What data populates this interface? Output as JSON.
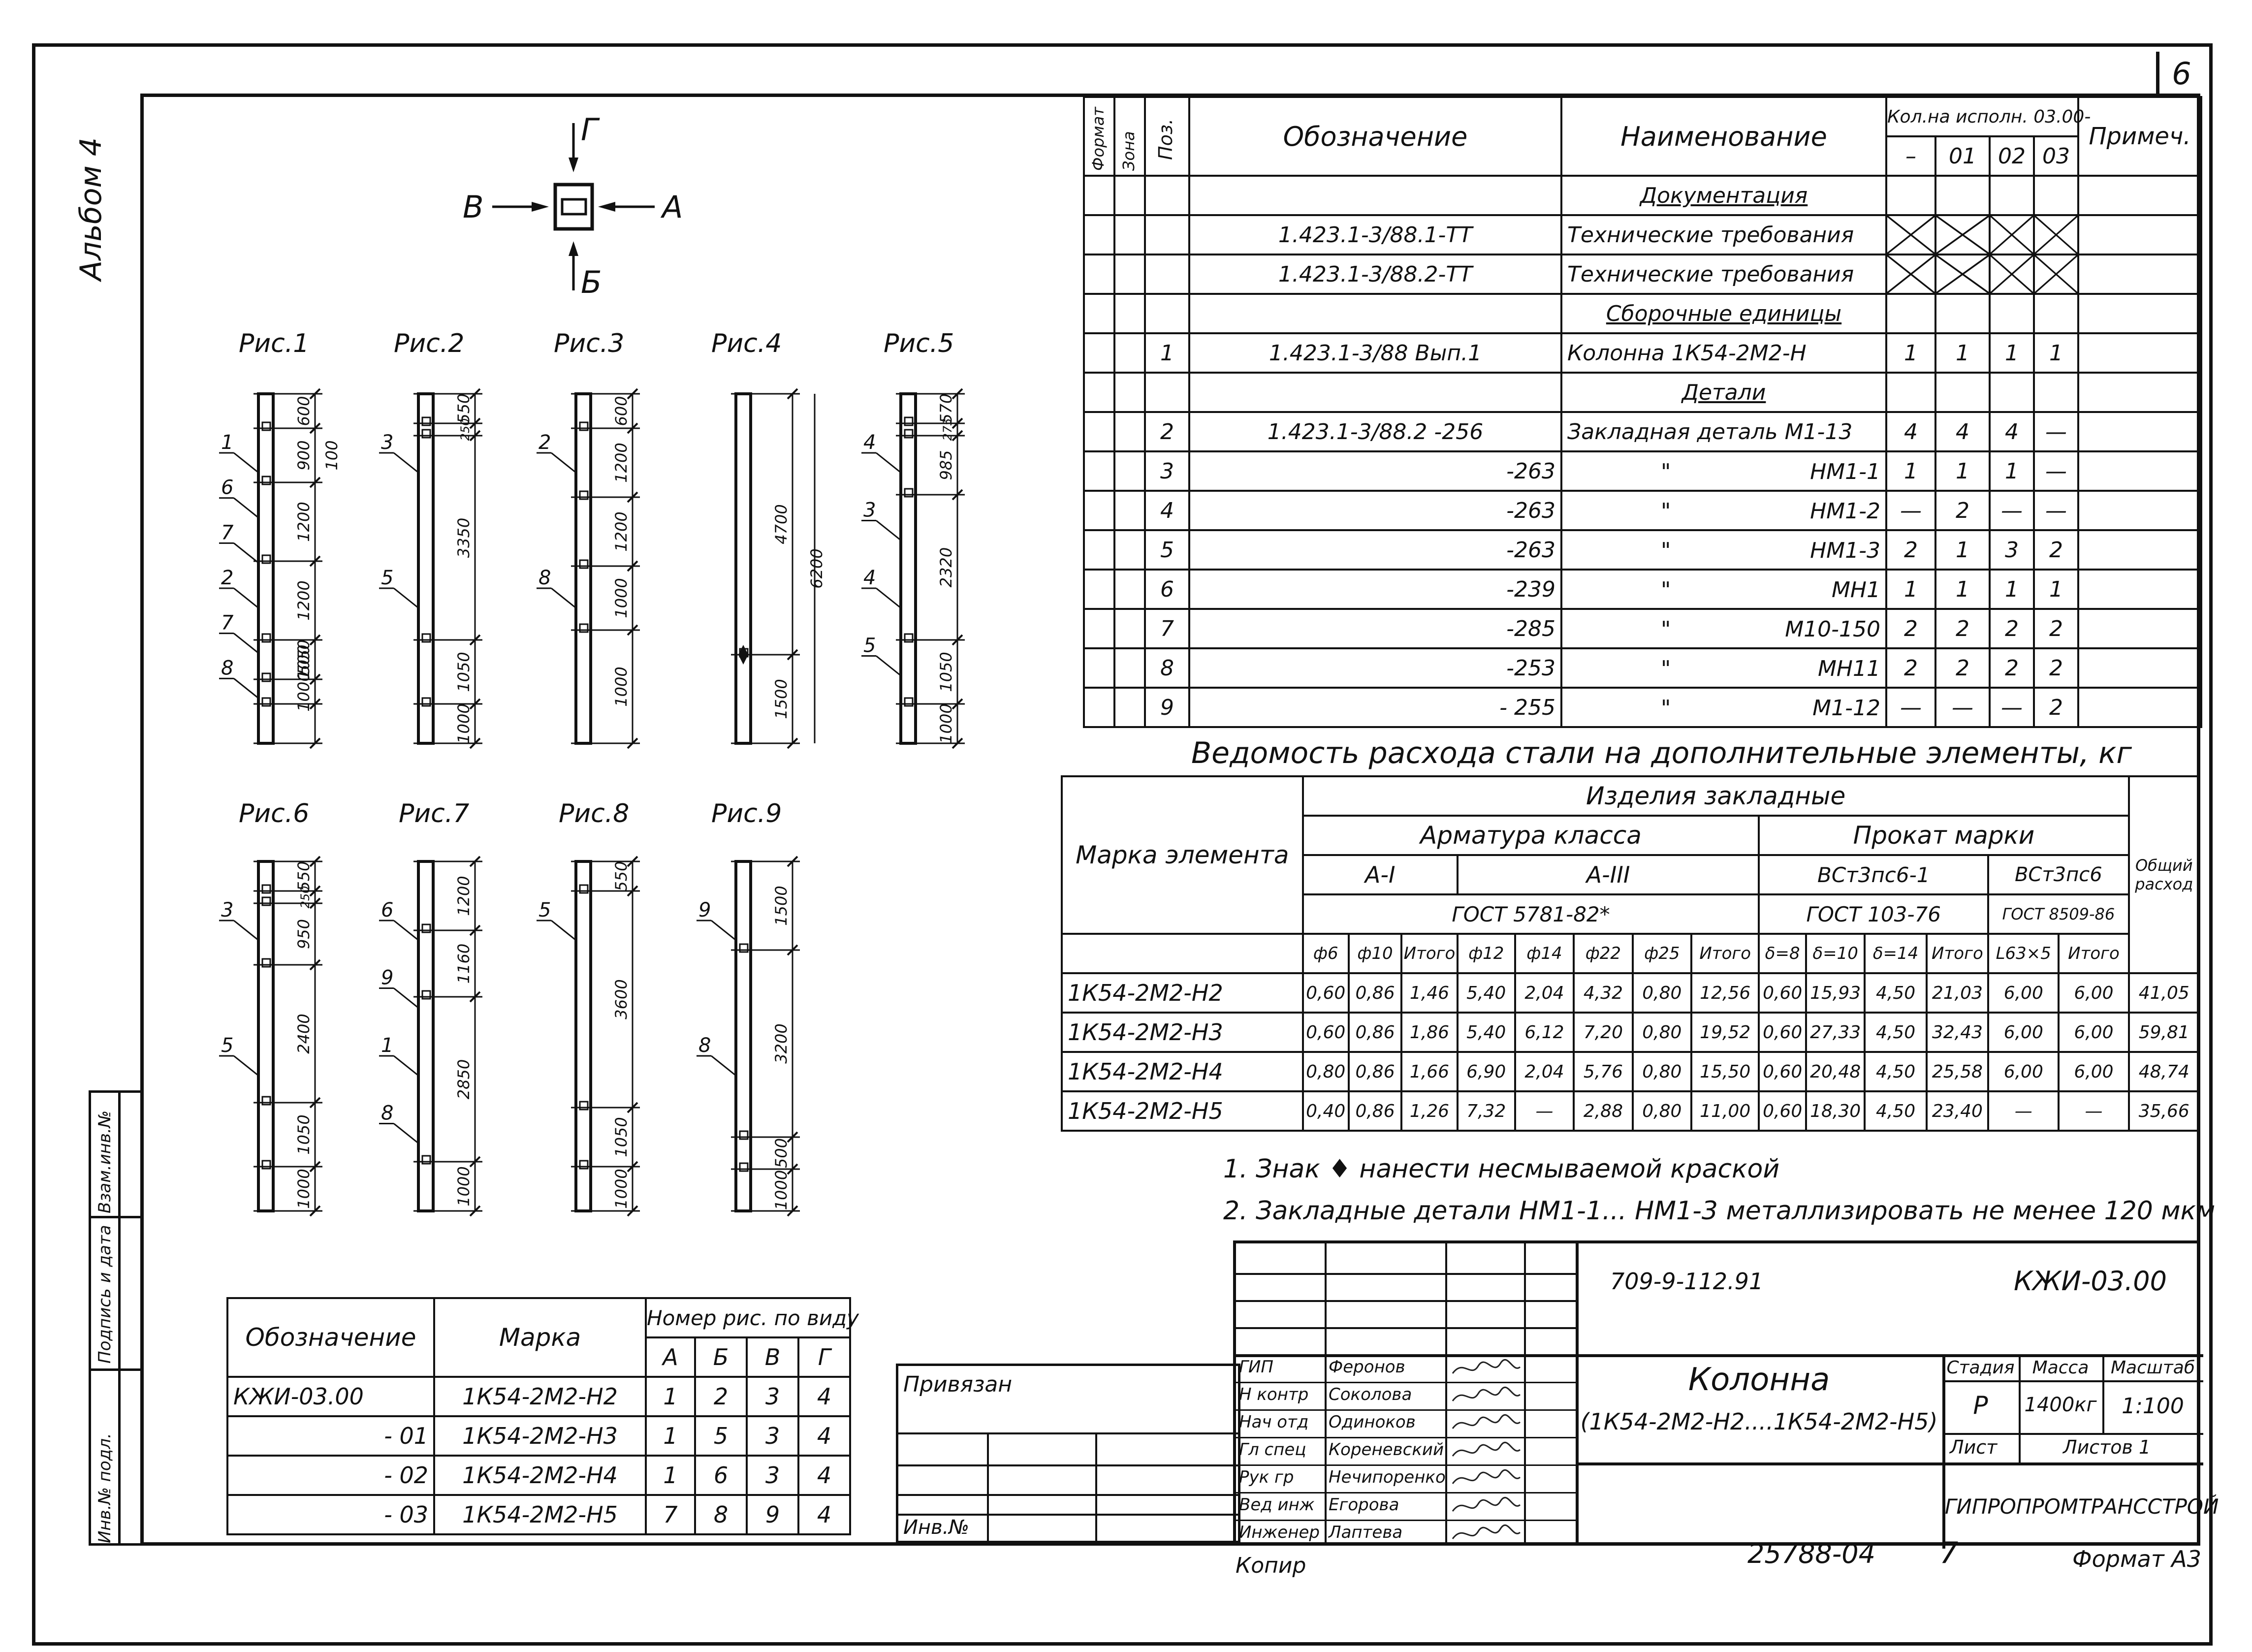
{
  "sheet": {
    "sheet_no": "6",
    "album": "Альбом 4",
    "side_strip": [
      "Инв.№ подл.",
      "Подпись и дата",
      "Взам.инв.№"
    ]
  },
  "views": {
    "labels": {
      "top": "Г",
      "left": "В",
      "right": "А",
      "bottom": "Б"
    }
  },
  "figures": {
    "captions": [
      "Рис.1",
      "Рис.2",
      "Рис.3",
      "Рис.4",
      "Рис.5",
      "Рис.6",
      "Рис.7",
      "Рис.8",
      "Рис.9"
    ],
    "fig1": {
      "dims": [
        "600",
        "900",
        "1200",
        "1200",
        "1050",
        "1000",
        "100",
        "500"
      ],
      "callouts": [
        "1",
        "6",
        "7",
        "2",
        "7",
        "8"
      ]
    },
    "fig2": {
      "dims": [
        "550",
        "250",
        "3350",
        "1050",
        "1000"
      ],
      "callouts": [
        "3",
        "5"
      ]
    },
    "fig3": {
      "dims": [
        "600",
        "1200",
        "1200",
        "1000",
        "1000"
      ],
      "callouts": [
        "2",
        "8"
      ]
    },
    "fig4": {
      "dims": [
        "4700",
        "6200",
        "1500"
      ]
    },
    "fig5": {
      "dims": [
        "570",
        "275",
        "985",
        "2320",
        "1050",
        "1000"
      ],
      "callouts": [
        "4",
        "3",
        "4",
        "5"
      ]
    },
    "fig6": {
      "dims": [
        "550",
        "250",
        "950",
        "2400",
        "1050",
        "1000"
      ],
      "callouts": [
        "3",
        "5"
      ]
    },
    "fig7": {
      "dims": [
        "1200",
        "1160",
        "2850",
        "1000"
      ],
      "callouts": [
        "6",
        "9",
        "1",
        "8"
      ]
    },
    "fig8": {
      "dims": [
        "550",
        "3600",
        "1050",
        "1000"
      ],
      "callouts": [
        "5"
      ]
    },
    "fig9": {
      "dims": [
        "1500",
        "3200",
        "500",
        "1000"
      ],
      "callouts": [
        "9",
        "8"
      ]
    }
  },
  "spec": {
    "headers": {
      "format": "Формат",
      "zone": "Зона",
      "pos": "Поз.",
      "designation": "Обозначение",
      "name": "Наименование",
      "qty": "Кол.на исполн. 03.00-",
      "qty_cols": [
        "–",
        "01",
        "02",
        "03"
      ],
      "note": "Примеч."
    },
    "sections": {
      "docs": "Документация",
      "assemblies": "Сборочные единицы",
      "details": "Детали"
    },
    "docs": [
      {
        "designation": "1.423.1-3/88.1-ТТ",
        "name": "Технические требования"
      },
      {
        "designation": "1.423.1-3/88.2-ТТ",
        "name": "Технические требования"
      }
    ],
    "assembly": {
      "pos": "1",
      "designation": "1.423.1-3/88 Вып.1",
      "name": "Колонна 1К54-2М2-Н",
      "q": [
        "1",
        "1",
        "1",
        "1"
      ]
    },
    "details": [
      {
        "pos": "2",
        "designation": "1.423.1-3/88.2 -256",
        "ditto": "",
        "name": "Закладная деталь М1-13",
        "q": [
          "4",
          "4",
          "4",
          "—"
        ]
      },
      {
        "pos": "3",
        "designation": "-263",
        "ditto": "\"",
        "name": "НМ1-1",
        "q": [
          "1",
          "1",
          "1",
          "—"
        ]
      },
      {
        "pos": "4",
        "designation": "-263",
        "ditto": "\"",
        "name": "НМ1-2",
        "q": [
          "—",
          "2",
          "—",
          "—"
        ]
      },
      {
        "pos": "5",
        "designation": "-263",
        "ditto": "\"",
        "name": "НМ1-3",
        "q": [
          "2",
          "1",
          "3",
          "2"
        ]
      },
      {
        "pos": "6",
        "designation": "-239",
        "ditto": "\"",
        "name": "МН1",
        "q": [
          "1",
          "1",
          "1",
          "1"
        ]
      },
      {
        "pos": "7",
        "designation": "-285",
        "ditto": "\"",
        "name": "М10-150",
        "q": [
          "2",
          "2",
          "2",
          "2"
        ]
      },
      {
        "pos": "8",
        "designation": "-253",
        "ditto": "\"",
        "name": "МН11",
        "q": [
          "2",
          "2",
          "2",
          "2"
        ]
      },
      {
        "pos": "9",
        "designation": "- 255",
        "ditto": "\"",
        "name": "М1-12",
        "q": [
          "—",
          "—",
          "—",
          "2"
        ]
      }
    ]
  },
  "steel": {
    "title": "Ведомость расхода стали на дополнительные элементы, кг",
    "h_mark": "Марка элемента",
    "h_embedded": "Изделия закладные",
    "h_rebar": "Арматура класса",
    "h_rolled": "Прокат марки",
    "h_total": "Общий расход",
    "h_AI": "А-I",
    "h_AIII": "А-III",
    "h_vst3ps6_1": "ВСт3пс6-1",
    "h_vst3ps6": "ВСт3пс6",
    "h_gost5781": "ГОСТ 5781-82*",
    "h_gost103": "ГОСТ 103-76",
    "h_gost8509": "ГОСТ 8509-86",
    "cols": [
      "ф6",
      "ф10",
      "Итого",
      "ф12",
      "ф14",
      "ф22",
      "ф25",
      "Итого",
      "δ=8",
      "δ=10",
      "δ=14",
      "Итого",
      "L63×5",
      "Итого"
    ],
    "rows": [
      {
        "mark": "1К54-2М2-Н2",
        "v": [
          "0,60",
          "0,86",
          "1,46",
          "5,40",
          "2,04",
          "4,32",
          "0,80",
          "12,56",
          "0,60",
          "15,93",
          "4,50",
          "21,03",
          "6,00",
          "6,00"
        ],
        "total": "41,05"
      },
      {
        "mark": "1К54-2М2-Н3",
        "v": [
          "0,60",
          "0,86",
          "1,86",
          "5,40",
          "6,12",
          "7,20",
          "0,80",
          "19,52",
          "0,60",
          "27,33",
          "4,50",
          "32,43",
          "6,00",
          "6,00"
        ],
        "total": "59,81"
      },
      {
        "mark": "1К54-2М2-Н4",
        "v": [
          "0,80",
          "0,86",
          "1,66",
          "6,90",
          "2,04",
          "5,76",
          "0,80",
          "15,50",
          "0,60",
          "20,48",
          "4,50",
          "25,58",
          "6,00",
          "6,00"
        ],
        "total": "48,74"
      },
      {
        "mark": "1К54-2М2-Н5",
        "v": [
          "0,40",
          "0,86",
          "1,26",
          "7,32",
          "—",
          "2,88",
          "0,80",
          "11,00",
          "0,60",
          "18,30",
          "4,50",
          "23,40",
          "—",
          "—"
        ],
        "total": "35,66"
      }
    ]
  },
  "notes": [
    "1. Знак ♦ нанести несмываемой краской",
    "2. Закладные детали НМ1-1... НМ1-3 металлизировать не менее 120 мкм"
  ],
  "variants": {
    "h_designation": "Обозначение",
    "h_mark": "Марка",
    "h_fig": "Номер рис. по виду",
    "h_views": [
      "А",
      "Б",
      "В",
      "Г"
    ],
    "rows": [
      {
        "d": "КЖИ-03.00",
        "m": "1К54-2М2-Н2",
        "f": [
          "1",
          "2",
          "3",
          "4"
        ]
      },
      {
        "d": "- 01",
        "m": "1К54-2М2-Н3",
        "f": [
          "1",
          "5",
          "3",
          "4"
        ]
      },
      {
        "d": "- 02",
        "m": "1К54-2М2-Н4",
        "f": [
          "1",
          "6",
          "3",
          "4"
        ]
      },
      {
        "d": "- 03",
        "m": "1К54-2М2-Н5",
        "f": [
          "7",
          "8",
          "9",
          "4"
        ]
      }
    ]
  },
  "binding": {
    "label": "Привязан",
    "inv": "Инв.№"
  },
  "titleblock": {
    "code": "709-9-112.91",
    "doc": "КЖИ-03.00",
    "name": "Колонна",
    "subname": "(1К54-2М2-Н2....1К54-2М2-Н5)",
    "stage_h": "Стадия",
    "mass_h": "Масса",
    "scale_h": "Масштаб",
    "stage": "Р",
    "mass": "1400кг",
    "scale": "1:100",
    "sheet_h": "Лист",
    "sheets_h": "Листов 1",
    "org": "ГИПРОПРОМТРАНССТРОЙ",
    "people": [
      {
        "role": "ГИП",
        "name": "Феронов"
      },
      {
        "role": "Н контр",
        "name": "Соколова"
      },
      {
        "role": "Нач отд",
        "name": "Одиноков"
      },
      {
        "role": "Гл спец",
        "name": "Кореневский"
      },
      {
        "role": "Рук гр",
        "name": "Нечипоренко"
      },
      {
        "role": "Вед инж",
        "name": "Егорова"
      },
      {
        "role": "Инженер",
        "name": "Лаптева"
      }
    ]
  },
  "footer": {
    "copy": "Копир",
    "inv_no": "25788-04",
    "page": "7",
    "format": "Формат А3"
  }
}
